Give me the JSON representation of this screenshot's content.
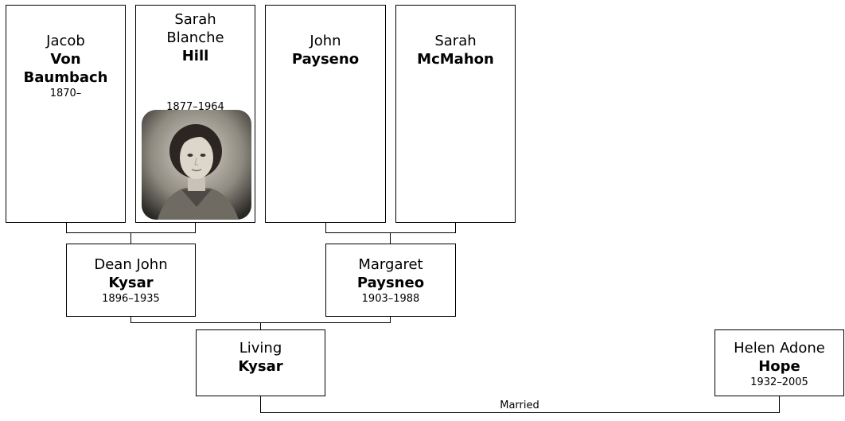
{
  "people": {
    "jacob": {
      "given": "Jacob",
      "surname_1": "Von",
      "surname_2": "Baumbach",
      "dates": "1870–"
    },
    "sarah_hill": {
      "given_1": "Sarah",
      "given_2": "Blanche",
      "surname": "Hill",
      "dates": "1877–1964"
    },
    "john": {
      "given": "John",
      "surname": "Payseno"
    },
    "sarah_mcmahon": {
      "given": "Sarah",
      "surname": "McMahon"
    },
    "dean": {
      "given": "Dean John",
      "surname": "Kysar",
      "dates": "1896–1935"
    },
    "margaret": {
      "given": "Margaret",
      "surname": "Paysneo",
      "dates": "1903–1988"
    },
    "living": {
      "given": "Living",
      "surname": "Kysar"
    },
    "helen": {
      "given": "Helen Adone",
      "surname": "Hope",
      "dates": "1932–2005"
    }
  },
  "relationship": {
    "label": "Married"
  },
  "colors": {
    "line": "#000000",
    "box_border": "#000000",
    "background": "#ffffff"
  },
  "icons": {
    "portrait": "sepia-portrait-photo"
  }
}
